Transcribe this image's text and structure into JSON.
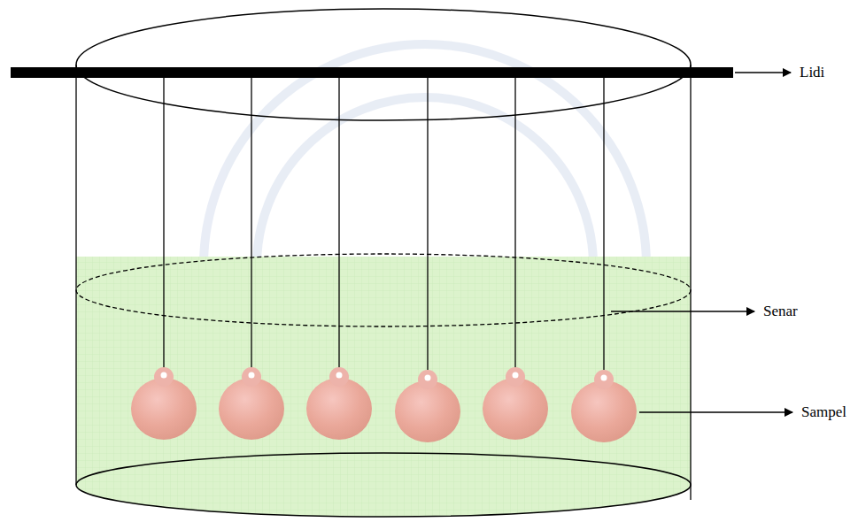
{
  "diagram": {
    "labels": [
      "Lidi",
      "Senar",
      "Sampel"
    ]
  }
}
